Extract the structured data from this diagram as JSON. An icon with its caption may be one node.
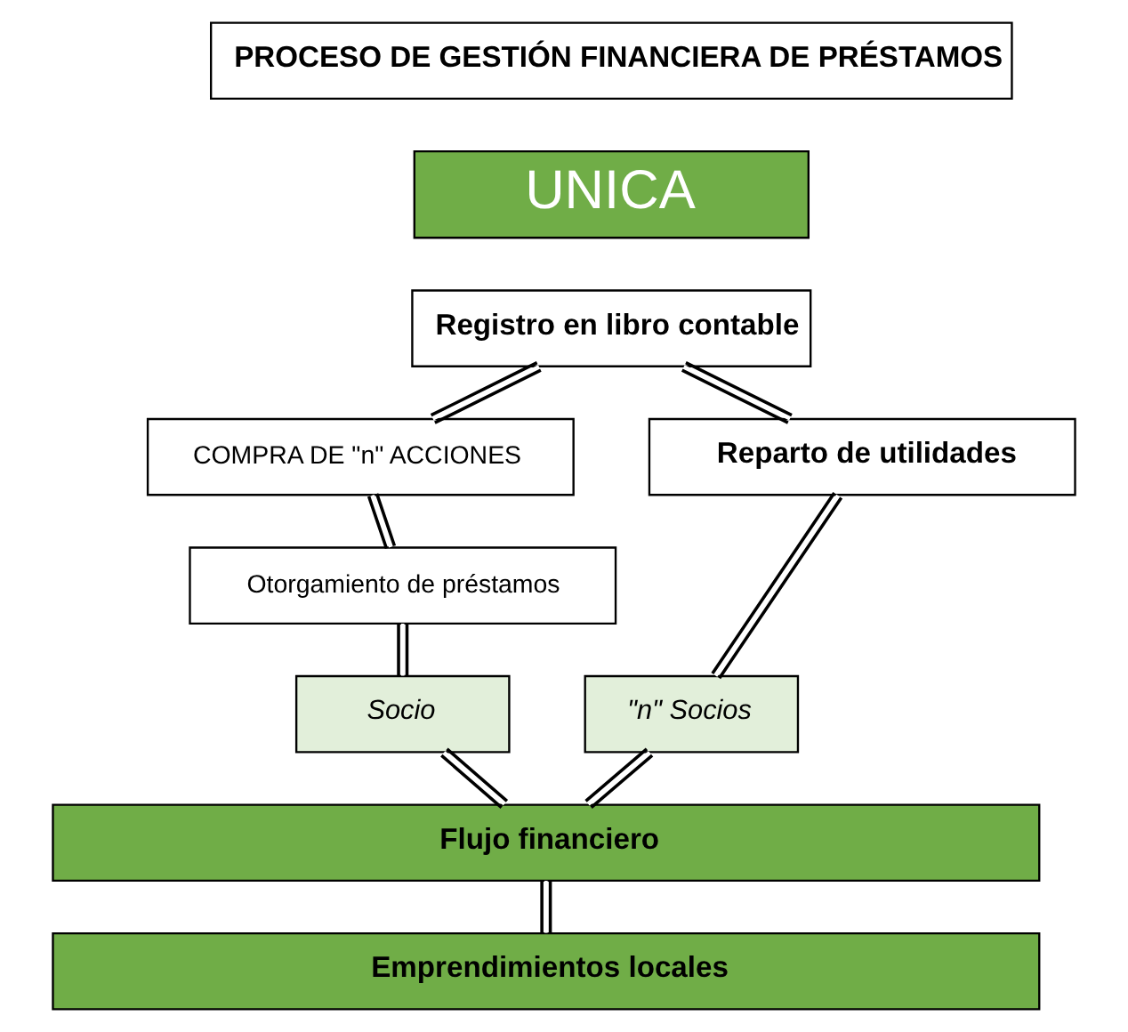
{
  "diagram": {
    "nodes": [
      {
        "text": [
          "PROCESO DE GESTIÓN FINANCIERA DE PRÉSTAMOS"
        ]
      },
      {
        "text": [
          "UNICA"
        ]
      },
      {
        "text": [
          "Registro en libro contable"
        ]
      },
      {
        "text": [
          "COMPRA DE \"n\" ACCIONES"
        ]
      },
      {
        "text": [
          "Reparto de utilidades"
        ]
      },
      {
        "text": [
          "Otorgamiento de préstamos"
        ]
      },
      {
        "text": [
          "Socio"
        ]
      },
      {
        "text": [
          "\"n\" Socios"
        ]
      },
      {
        "text": [
          "Flujo financiero"
        ]
      },
      {
        "text": [
          "Emprendimientos locales"
        ]
      }
    ],
    "edges": [
      {
        "from": 2,
        "to": 3,
        "arrow": "none"
      },
      {
        "from": 2,
        "to": 4,
        "arrow": "none"
      },
      {
        "from": 3,
        "to": 5,
        "arrow": "none"
      },
      {
        "from": 5,
        "to": 6,
        "arrow": "none"
      },
      {
        "from": 4,
        "to": 7,
        "arrow": "none"
      },
      {
        "from": 6,
        "to": 8,
        "arrow": "none"
      },
      {
        "from": 7,
        "to": 8,
        "arrow": "none"
      },
      {
        "from": 8,
        "to": 9,
        "arrow": "none"
      }
    ]
  }
}
